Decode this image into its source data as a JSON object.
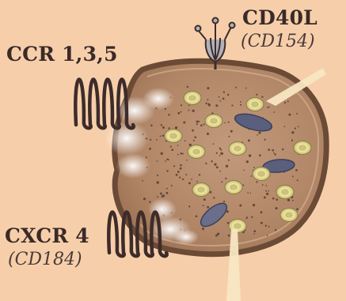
{
  "labels": {
    "cd40l": "CD40L",
    "cd40l_alt": "(CD154)",
    "ccr": "CCR 1,3,5",
    "cxcr4": "CXCR 4",
    "cxcr4_alt": "(CD184)"
  },
  "colors": {
    "background": "#f6cfaa",
    "cell_fill": "#b38a6c",
    "cell_border": "#6b4a36",
    "receptor": "#3e2c2a",
    "granule": "#f0eaa0",
    "mitochondria": "#5b5f7e",
    "pointer": "#f8e6c2"
  }
}
